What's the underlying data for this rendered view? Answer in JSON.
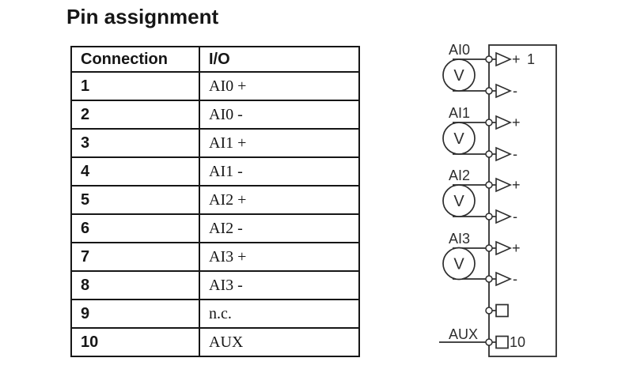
{
  "page": {
    "title": "Pin assignment"
  },
  "table": {
    "headers": {
      "connection": "Connection",
      "io": "I/O"
    },
    "rows": [
      {
        "connection": "1",
        "io": "AI0 +"
      },
      {
        "connection": "2",
        "io": "AI0 -"
      },
      {
        "connection": "3",
        "io": "AI1 +"
      },
      {
        "connection": "4",
        "io": "AI1 -"
      },
      {
        "connection": "5",
        "io": "AI2 +"
      },
      {
        "connection": "6",
        "io": "AI2 -"
      },
      {
        "connection": "7",
        "io": "AI3 +"
      },
      {
        "connection": "8",
        "io": "AI3 -"
      },
      {
        "connection": "9",
        "io": "n.c."
      },
      {
        "connection": "10",
        "io": "AUX"
      }
    ]
  },
  "diagram": {
    "line_color": "#2d2d2d",
    "meter_symbol": "V",
    "plus": "+",
    "minus": "-",
    "pin1_number": "1",
    "pin10_number": "10",
    "aux_label": "AUX",
    "channels": [
      {
        "label": "AI0"
      },
      {
        "label": "AI1"
      },
      {
        "label": "AI2"
      },
      {
        "label": "AI3"
      }
    ]
  }
}
